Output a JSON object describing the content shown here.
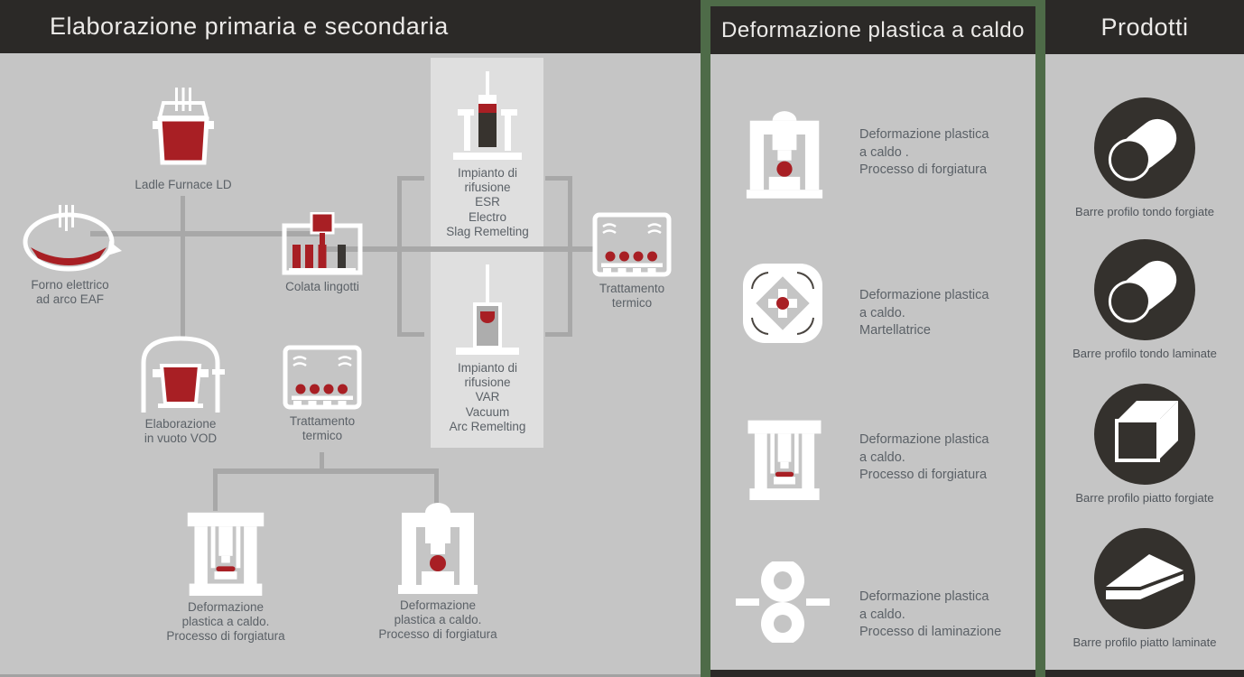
{
  "colors": {
    "header_dark": "#2b2927",
    "accent_green": "#4e6b48",
    "accent_red": "#a81f24",
    "body_gray": "#c5c5c5",
    "panel_gray": "#dfdfdf"
  },
  "left": {
    "title": "Elaborazione primaria e secondaria",
    "nodes": [
      {
        "icon": "ladle-furnace-icon",
        "label": "Ladle Furnace LD"
      },
      {
        "icon": "electric-arc-furnace-icon",
        "label": "Forno elettrico\nad arco EAF"
      },
      {
        "icon": "ingot-casting-icon",
        "label": "Colata lingotti"
      },
      {
        "icon": "heat-treatment-icon",
        "label": "Trattamento\ntermico"
      },
      {
        "icon": "vacuum-treatment-icon",
        "label": "Elaborazione\nin vuoto VOD"
      },
      {
        "icon": "heat-treatment-icon",
        "label": "Trattamento\ntermico"
      },
      {
        "icon": "esr-remelting-icon",
        "label": "Impianto di\nrifusione\nESR\nElectro\nSlag Remelting"
      },
      {
        "icon": "var-remelting-icon",
        "label": "Impianto di\nrifusione\nVAR\nVacuum\nArc Remelting"
      },
      {
        "icon": "open-die-press-icon",
        "label": "Deformazione\nplastica a caldo.\nProcesso di forgiatura"
      },
      {
        "icon": "forging-press-icon",
        "label": "Deformazione\nplastica a caldo.\nProcesso di forgiatura"
      }
    ]
  },
  "middle": {
    "title": "Deformazione plastica a caldo",
    "rows": [
      {
        "icon": "forging-press-icon",
        "text": "Deformazione plastica\na caldo .\nProcesso di forgiatura"
      },
      {
        "icon": "hammering-machine-icon",
        "text": "Deformazione plastica\na caldo.\nMartellatrice"
      },
      {
        "icon": "open-die-press-icon",
        "text": "Deformazione plastica\na caldo.\nProcesso di forgiatura"
      },
      {
        "icon": "rolling-mill-icon",
        "text": "Deformazione plastica\na caldo.\nProcesso di laminazione"
      }
    ]
  },
  "right": {
    "title": "Prodotti",
    "products": [
      {
        "icon": "round-bar-icon",
        "label": "Barre profilo tondo forgiate"
      },
      {
        "icon": "round-bar-icon",
        "label": "Barre profilo tondo laminate"
      },
      {
        "icon": "square-bar-icon",
        "label": "Barre profilo piatto forgiate"
      },
      {
        "icon": "flat-plate-icon",
        "label": "Barre profilo piatto laminate"
      }
    ]
  }
}
